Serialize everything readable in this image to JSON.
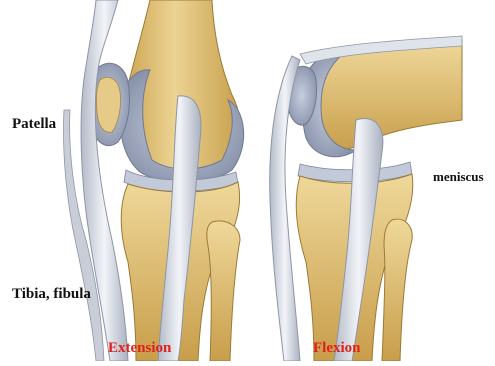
{
  "labels": {
    "patella": "Patella",
    "tibia_fibula": "Tibia, fibula",
    "meniscus": "meniscus"
  },
  "captions": {
    "extension": "Extension",
    "flexion": "Flexion"
  },
  "colors": {
    "bone": "#e2c274",
    "bone_light": "#f0dca0",
    "bone_dark": "#b8913e",
    "cartilage": "#aeb8cc",
    "cartilage_dark": "#7d88a0",
    "ligament": "#dfe3ea",
    "ligament_shade": "#a9b0be",
    "caption": "#e0211b"
  }
}
